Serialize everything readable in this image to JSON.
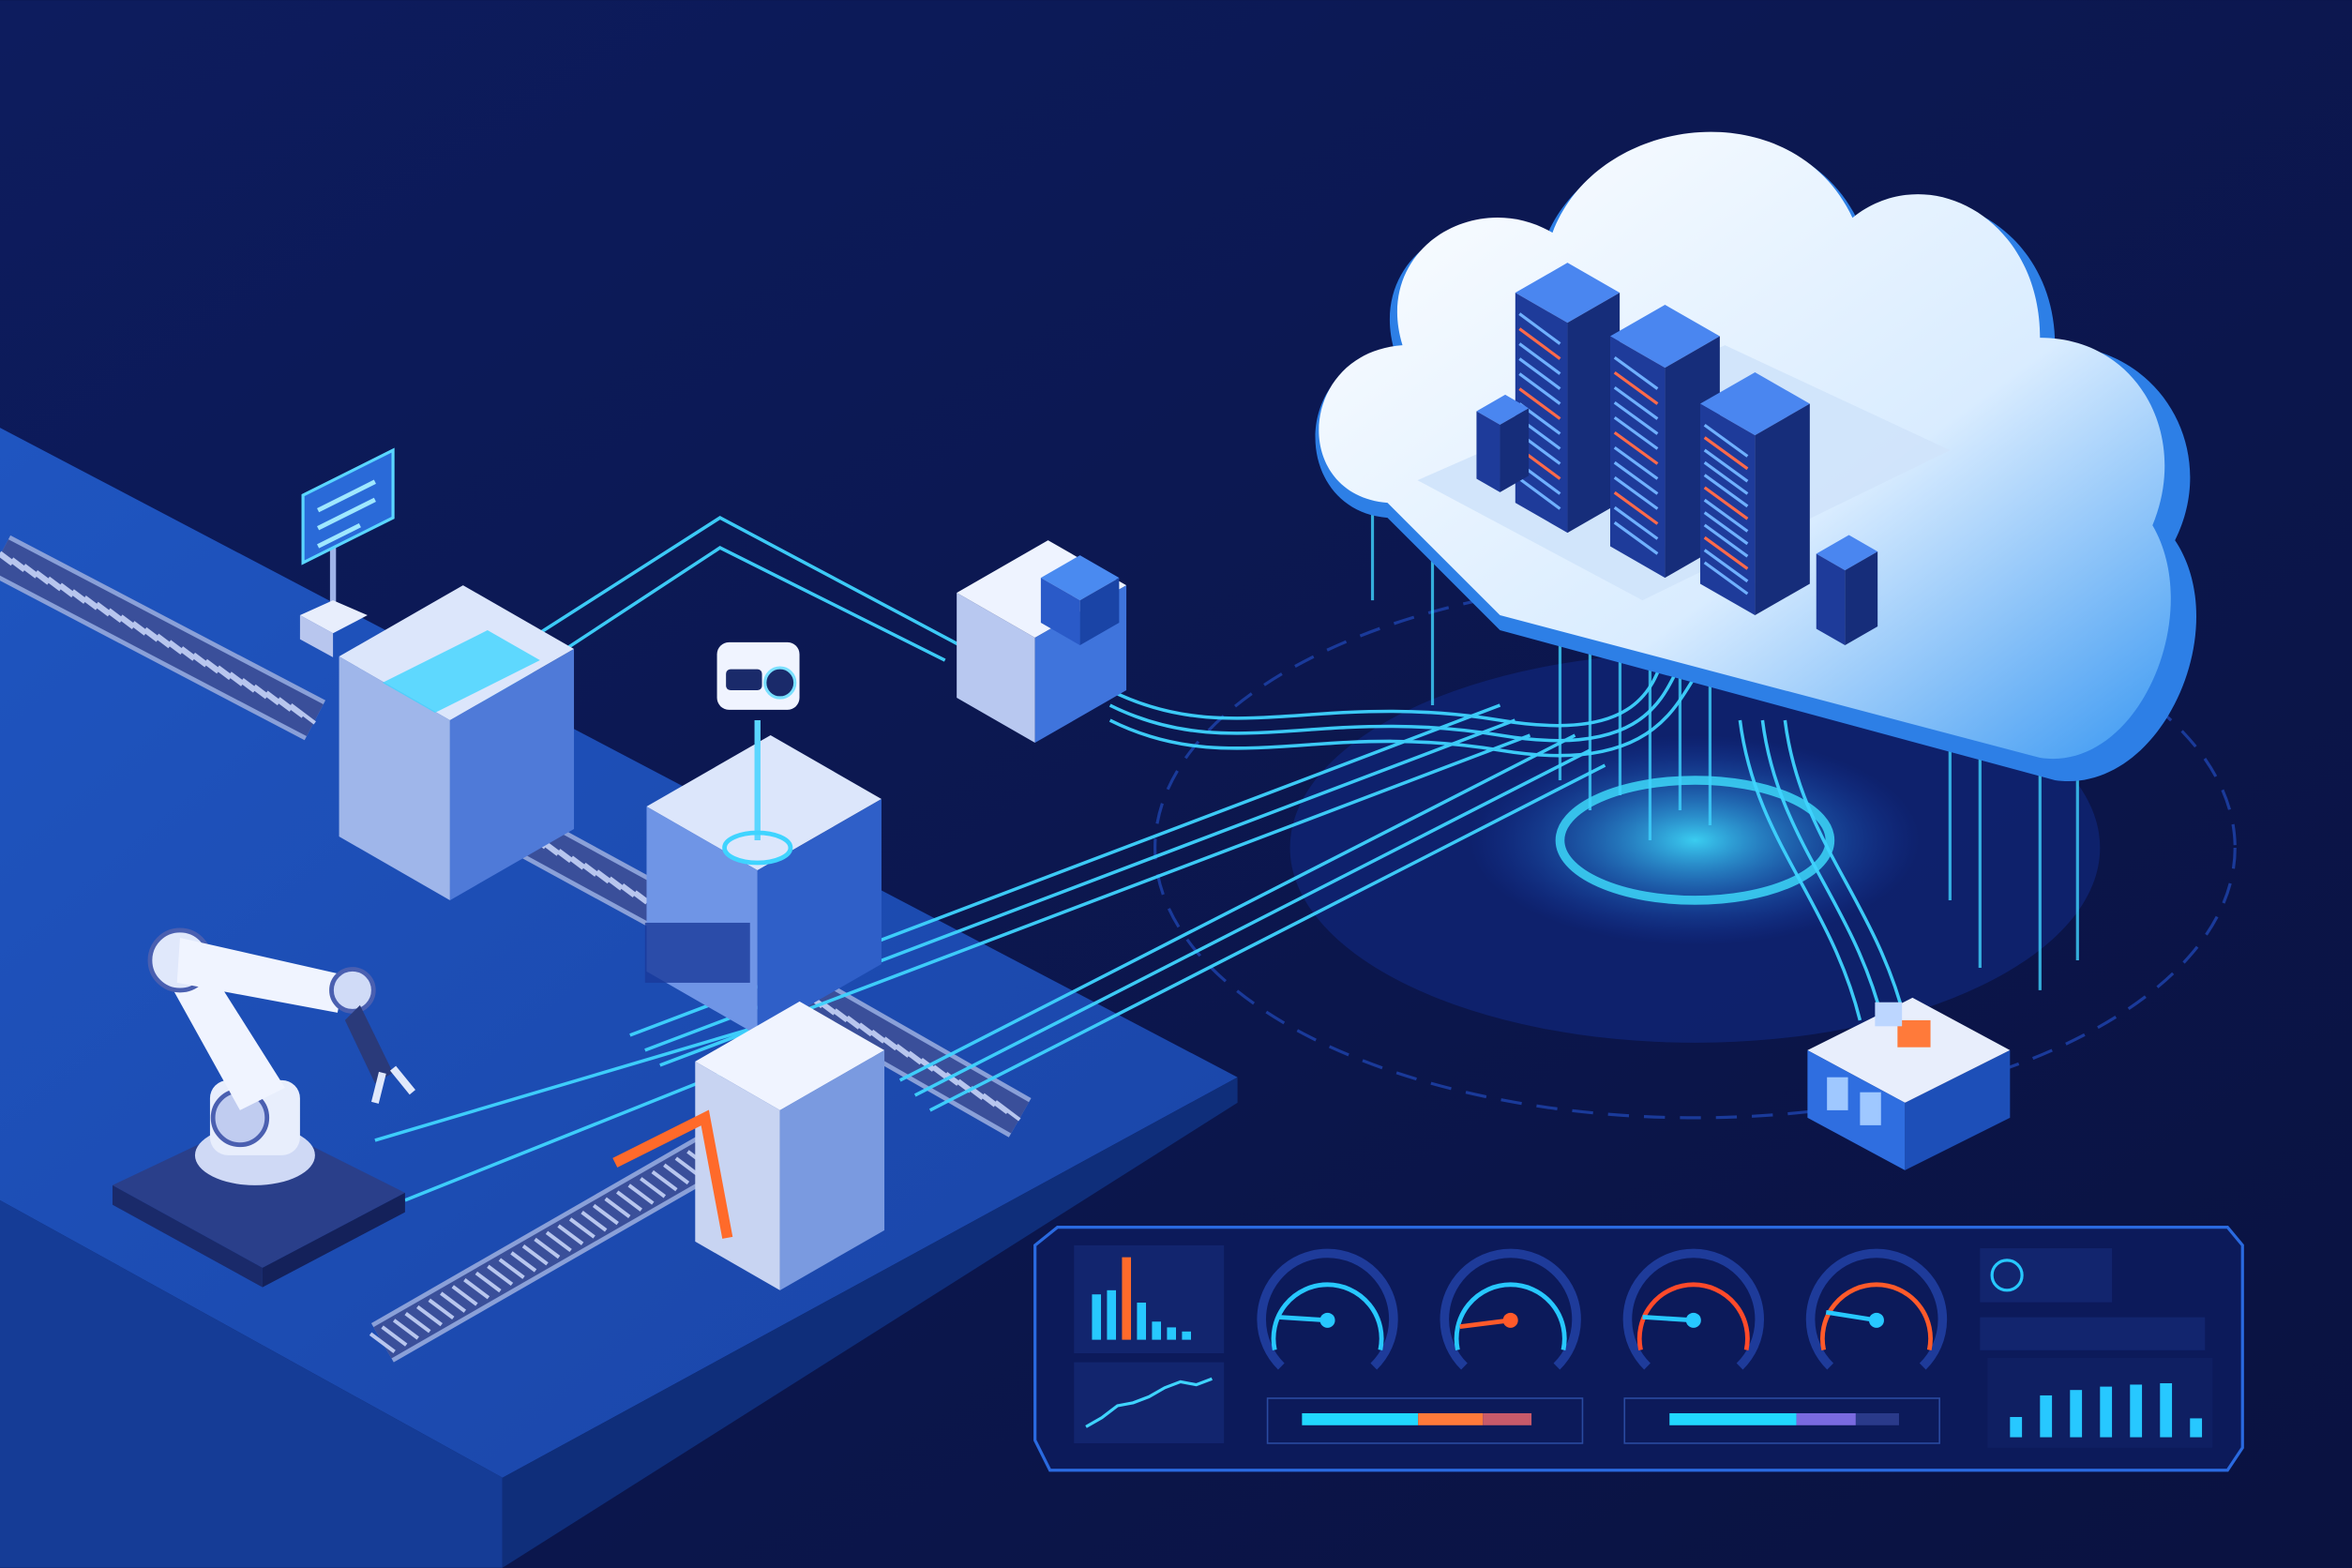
{
  "scene": {
    "subject": "smart-factory-cloud-illustration",
    "colors": {
      "background_top": "#0d1c5e",
      "background_bottom": "#0a1240",
      "floor": "#1d4fb8",
      "floor_side": "#153c96",
      "glow": "#27c8ff",
      "cloud": "#eaf4ff",
      "cloud_shade": "#2d8ff0",
      "server": "#1e3b9a",
      "accent_orange": "#ff6a2a"
    }
  },
  "dashboard": {
    "left_bar_chart": [
      0.55,
      0.6,
      1.0,
      0.45,
      0.22,
      0.15,
      0.1
    ],
    "line_chart": [
      0.1,
      0.25,
      0.45,
      0.5,
      0.6,
      0.75,
      0.85,
      0.8,
      0.9
    ],
    "gauges": [
      {
        "value": 0.18,
        "needle_color": "#27c8ff",
        "arc_color": "#27c8ff"
      },
      {
        "value": 0.14,
        "needle_color": "#ff5a2a",
        "arc_color": "#27c8ff"
      },
      {
        "value": 0.18,
        "needle_color": "#27c8ff",
        "arc_color": "#ff4a2a"
      },
      {
        "value": 0.2,
        "needle_color": "#27c8ff",
        "arc_color": "#ff5a2a"
      }
    ],
    "progress_bars": [
      {
        "segments": [
          0.43,
          0.24,
          0.18
        ],
        "colors": [
          "#21d8ff",
          "#ff7a3a",
          "#c85a6a"
        ]
      },
      {
        "segments": [
          0.47,
          0.22,
          0.16
        ],
        "colors": [
          "#21d8ff",
          "#7a6ae0",
          "#2a3a8a"
        ]
      }
    ],
    "right_bar_chart": [
      0.3,
      0.62,
      0.7,
      0.75,
      0.78,
      0.8,
      0.28
    ]
  }
}
